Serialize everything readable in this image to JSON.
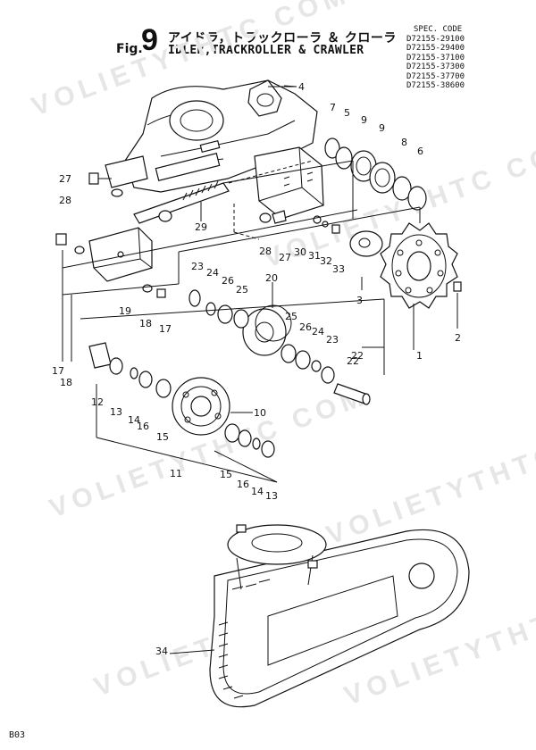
{
  "header": {
    "fig_label": "Fig.",
    "fig_number": "9",
    "title_jp": "アイドラ，トラックローラ ＆ クローラ",
    "title_en": "IDLER,TRACKROLLER & CRAWLER"
  },
  "spec_code": {
    "heading": "SPEC. CODE",
    "codes": [
      "D72155-29100",
      "D72155-29400",
      "D72155-37100",
      "D72155-37300",
      "D72155-37700",
      "D72155-38600"
    ]
  },
  "watermark": "VOLIETYTHTC COM",
  "page_number": "B03",
  "callouts": [
    "1",
    "2",
    "3",
    "4",
    "5",
    "6",
    "7",
    "8",
    "9",
    "9",
    "10",
    "11",
    "12",
    "13",
    "13",
    "14",
    "14",
    "15",
    "15",
    "16",
    "16",
    "17",
    "17",
    "18",
    "18",
    "19",
    "20",
    "22",
    "22",
    "23",
    "23",
    "24",
    "24",
    "25",
    "25",
    "26",
    "26",
    "27",
    "27",
    "28",
    "28",
    "29",
    "30",
    "31",
    "32",
    "33",
    "34"
  ]
}
